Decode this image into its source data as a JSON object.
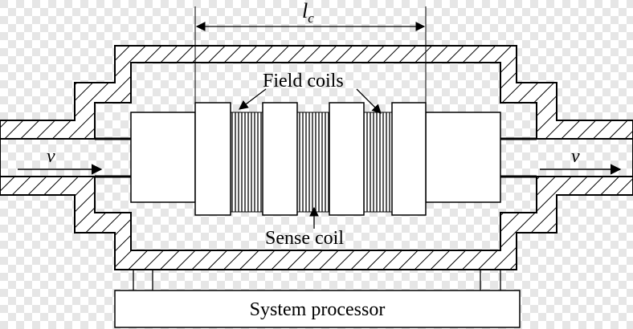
{
  "background": "checkerboard",
  "colors": {
    "line": "#000000",
    "fill": "#ffffff",
    "checker_light": "#ffffff",
    "checker_dark": "#e6e6e6"
  },
  "labels": {
    "length": "l",
    "length_subscript": "c",
    "field_coils": "Field coils",
    "sense_coil": "Sense coil",
    "velocity_in": "v",
    "velocity_out": "v",
    "processor": "System processor"
  }
}
